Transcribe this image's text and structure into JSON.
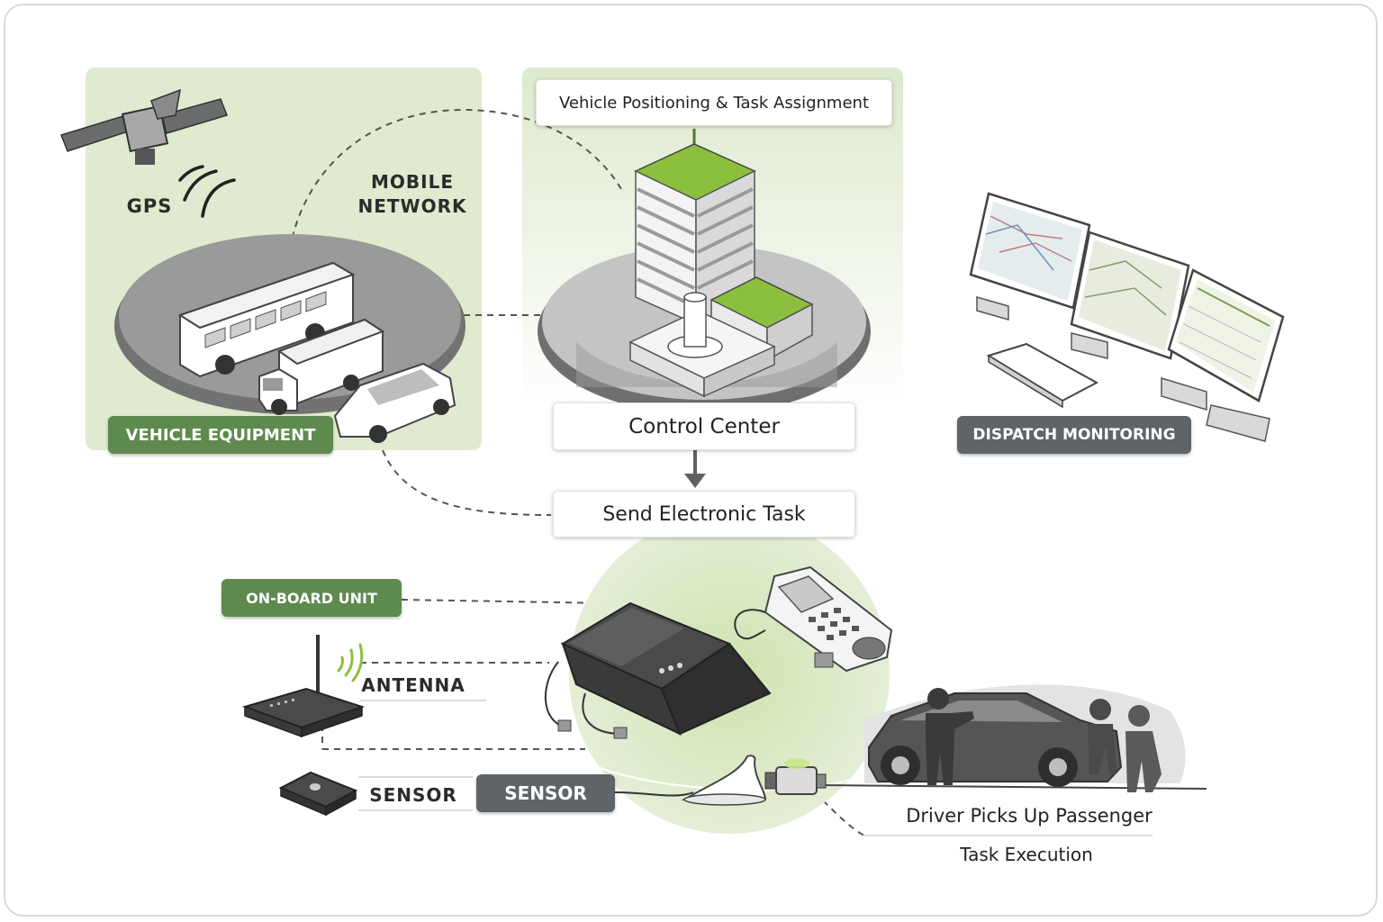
{
  "diagram": {
    "gps_label": "GPS",
    "mobile_network_label": "MOBILE\nNETWORK",
    "vehicle_equipment_label": "VEHICLE EQUIPMENT",
    "positioning_label": "Vehicle Positioning & Task Assignment",
    "control_center_label": "Control Center",
    "send_task_label": "Send Electronic Task",
    "dispatch_label": "DISPATCH MONITORING",
    "onboard_label": "ON-BOARD UNIT",
    "antenna_label": "ANTENNA",
    "sensor_label_plain": "SENSOR",
    "sensor_label_tag": "SENSOR",
    "pickup_label": "Driver Picks Up Passenger",
    "execution_label": "Task Execution"
  },
  "colors": {
    "panel_green": "#dfeacf",
    "accent_green": "#8dbf3f",
    "tag_green": "#5f8a4e",
    "tag_gray": "#5f6468",
    "platform_gray": "#8e8e8e",
    "arrow_gray": "#5d625d"
  },
  "icons": [
    "satellite-icon",
    "signal-waves-icon",
    "bus-icon",
    "truck-icon",
    "car-icon",
    "building-icon",
    "monitor-icon",
    "keyboard-icon",
    "obu-box-icon",
    "handheld-terminal-icon",
    "router-icon",
    "sensor-box-icon",
    "shark-antenna-icon",
    "connector-icon",
    "person-icon"
  ]
}
